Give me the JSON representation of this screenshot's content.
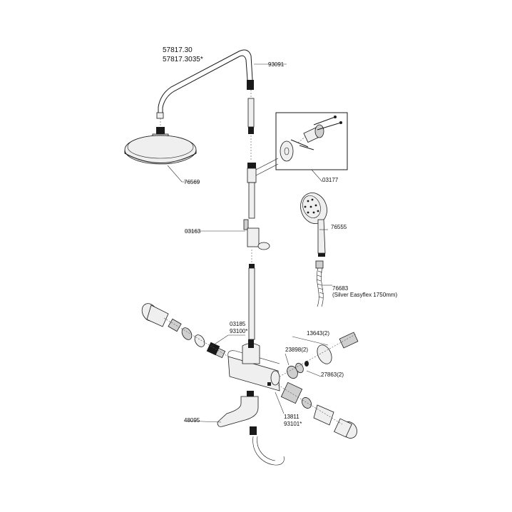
{
  "model_numbers": [
    "57817.30",
    "57817.3035*"
  ],
  "parts": [
    {
      "id": "p93091",
      "text": "93091"
    },
    {
      "id": "p76569",
      "text": "76569"
    },
    {
      "id": "p03177",
      "text": "03177"
    },
    {
      "id": "p03163",
      "text": "03163"
    },
    {
      "id": "p76555",
      "text": "76555"
    },
    {
      "id": "p76683",
      "text": "76683"
    },
    {
      "id": "p76683b",
      "text": "(Silver Easyflex 1750mm)"
    },
    {
      "id": "p03185",
      "text": "03185"
    },
    {
      "id": "p93100",
      "text": "93100*"
    },
    {
      "id": "p13643",
      "text": "13643(2)"
    },
    {
      "id": "p23898",
      "text": "23898(2)"
    },
    {
      "id": "p27863",
      "text": "27863(2)"
    },
    {
      "id": "p48095",
      "text": "48095"
    },
    {
      "id": "p13811",
      "text": "13811"
    },
    {
      "id": "p93101",
      "text": "93101*"
    }
  ]
}
